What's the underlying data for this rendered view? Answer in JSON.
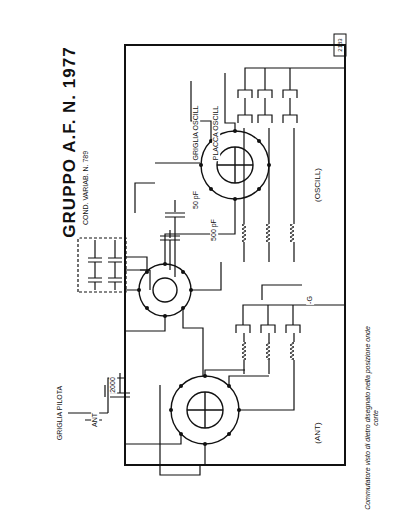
{
  "diagram": {
    "title": "GRUPPO A.F. N. 1977",
    "caption": "Commutatore visto di dietro disegnato nella posizione onde corte",
    "labels": [
      "COND. VARIAB. N. 789",
      "GRIGLIA OSCILL",
      "50 pF",
      "PLACCA OSCILL",
      "500 pF",
      "(OSCILL)",
      "(ANT)",
      "GRIGLIA PILOTA",
      "ANT",
      "2000",
      "-G",
      "2183"
    ]
  }
}
